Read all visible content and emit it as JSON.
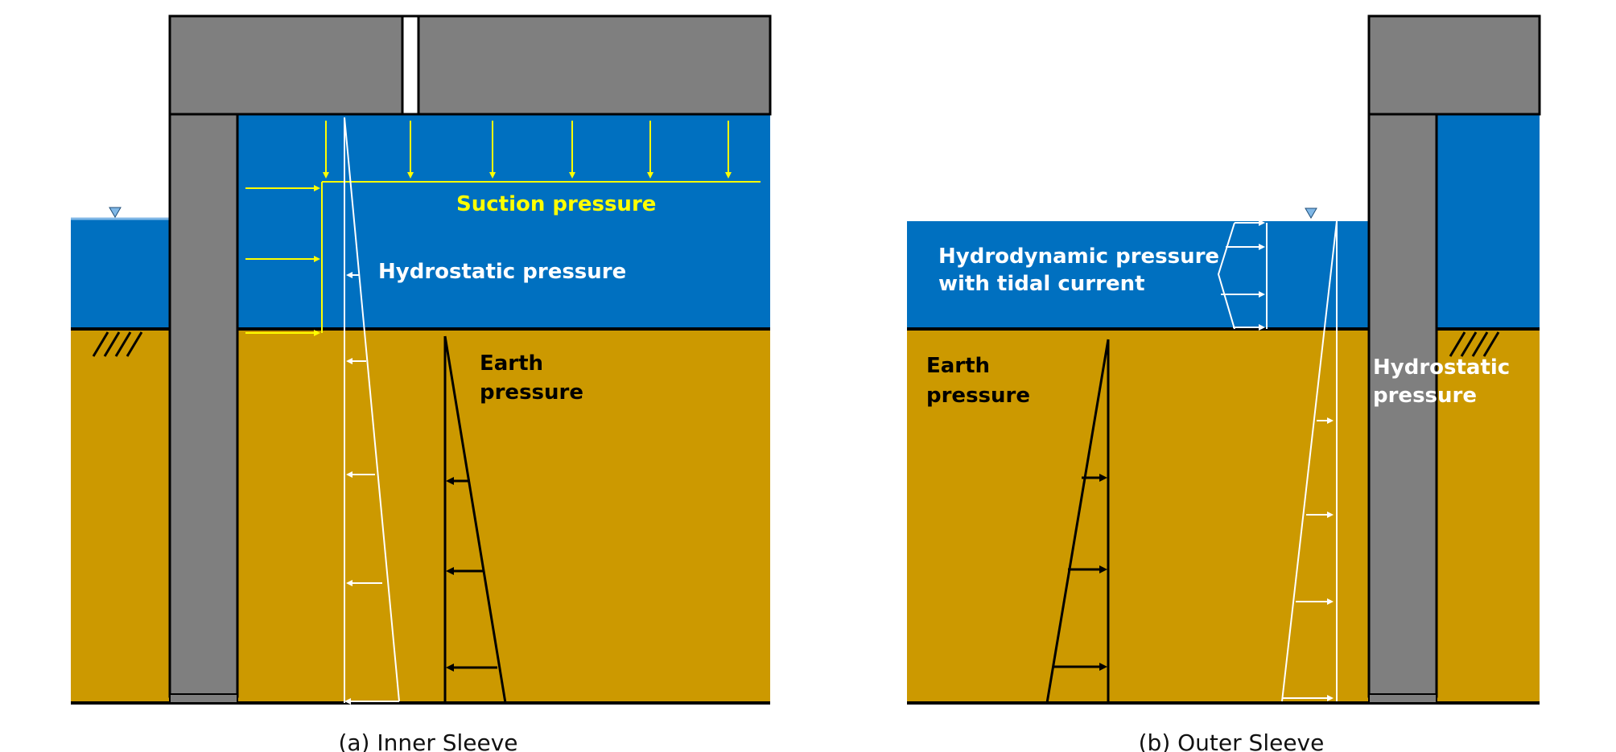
{
  "colors": {
    "water": "#0070C0",
    "soil": "#CC9900",
    "concrete": "#7F7F7F",
    "suction": "#FFFF00",
    "hydro_white": "#FFFFFF",
    "earth_black": "#000000",
    "water_mark": "#7FB7E6"
  },
  "panel_a": {
    "suction_label": "Suction pressure",
    "hydrostatic_label": "Hydrostatic pressure",
    "earth_label_line1": "Earth",
    "earth_label_line2": "pressure",
    "caption": "(a) Inner Sleeve"
  },
  "panel_b": {
    "hydrodynamic_line1": "Hydrodynamic pressure",
    "hydrodynamic_line2": "with tidal current",
    "earth_label_line1": "Earth",
    "earth_label_line2": "pressure",
    "hydrostatic_line1": "Hydrostatic",
    "hydrostatic_line2": "pressure",
    "caption": "(b) Outer Sleeve"
  },
  "icons": [
    "water-level-marker-icon",
    "ground-hatch-icon"
  ]
}
